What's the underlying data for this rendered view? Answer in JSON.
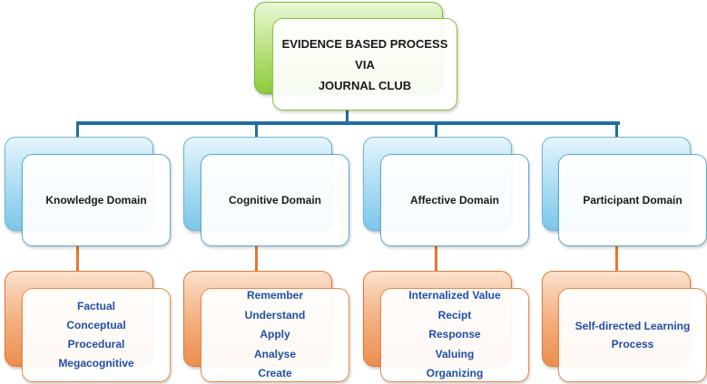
{
  "root": {
    "lines": [
      "EVIDENCE BASED PROCESS",
      "VIA",
      "JOURNAL CLUB"
    ]
  },
  "domains": [
    {
      "label": "Knowledge Domain",
      "items": [
        "Factual",
        "Conceptual",
        "Procedural",
        "Megacognitive"
      ]
    },
    {
      "label": "Cognitive Domain",
      "items": [
        "Remember",
        "Understand",
        "Apply",
        "Analyse",
        "Create"
      ]
    },
    {
      "label": "Affective Domain",
      "items": [
        "Internalized Value",
        "Recipt",
        "Response",
        "Valuing",
        "Organizing"
      ]
    },
    {
      "label": "Participant Domain",
      "items": [
        "Self-directed Learning",
        "Process"
      ]
    }
  ],
  "colors": {
    "root_accent": "#8ccb3c",
    "domain_accent": "#7cc6ea",
    "leaf_accent": "#ec8e4e",
    "connector_blue": "#1f6f9c",
    "connector_orange": "#e8772e",
    "leaf_text": "#1f4fa8"
  }
}
